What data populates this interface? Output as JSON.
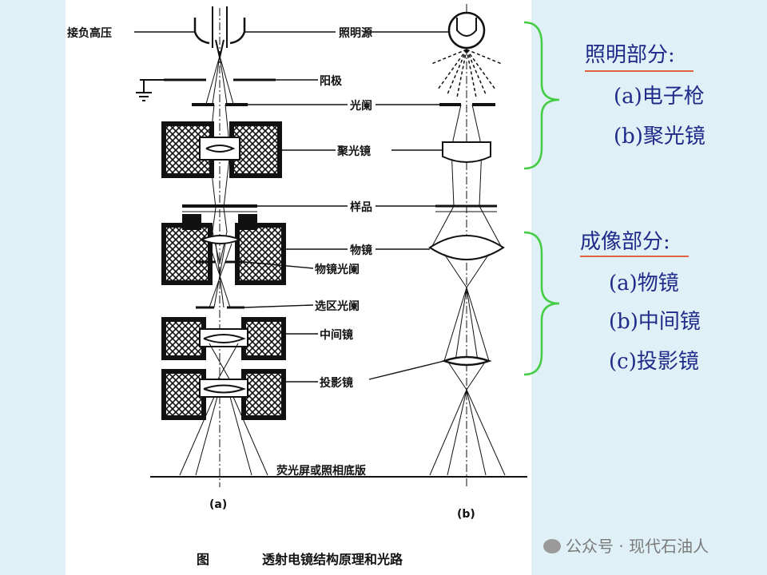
{
  "left_diagram": {
    "labels": {
      "high_voltage": "接负高压",
      "illumination_source": "照明源",
      "anode": "阳极",
      "aperture": "光阑",
      "condenser": "聚光镜",
      "specimen": "样品",
      "objective": "物镜",
      "objective_aperture": "物镜光阑",
      "selected_area_aperture": "选区光阑",
      "intermediate": "中间镜",
      "projector": "投影镜",
      "screen": "荧光屏或照相底版"
    },
    "sub_a": "(a)",
    "sub_b": "(b)",
    "caption_prefix": "图",
    "caption": "透射电镜结构原理和光路"
  },
  "right_panel": {
    "illumination": {
      "title": "照明部分:",
      "items": [
        "(a)电子枪",
        "(b)聚光镜"
      ]
    },
    "imaging": {
      "title": "成像部分:",
      "items": [
        "(a)物镜",
        "(b)中间镜",
        "(c)投影镜"
      ]
    },
    "brace_color": "#44cc44",
    "text_color": "#1f2a8a",
    "underline_color": "#e06040"
  },
  "watermark": "公众号 · 现代石油人"
}
